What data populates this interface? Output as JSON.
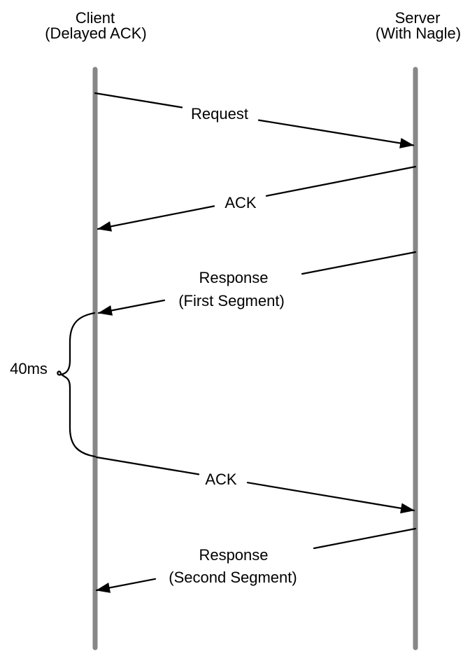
{
  "diagram": {
    "type": "sequence",
    "actors": [
      {
        "id": "client",
        "name": "Client",
        "qualifier": "(Delayed ACK)"
      },
      {
        "id": "server",
        "name": "Server",
        "qualifier": "(With Nagle)"
      }
    ],
    "messages": [
      {
        "from": "Client",
        "to": "Server",
        "label": "Request"
      },
      {
        "from": "Server",
        "to": "Client",
        "label": "ACK"
      },
      {
        "from": "Server",
        "to": "Client",
        "label": "Response",
        "sublabel": "(First Segment)"
      },
      {
        "from": "Client",
        "to": "Server",
        "label": "ACK"
      },
      {
        "from": "Server",
        "to": "Client",
        "label": "Response",
        "sublabel": "(Second Segment)"
      }
    ],
    "annotations": [
      {
        "label": "40ms"
      }
    ],
    "colors": {
      "lifeline": "#878787",
      "message_line": "#000000",
      "text": "#000000",
      "background": "#ffffff"
    }
  }
}
